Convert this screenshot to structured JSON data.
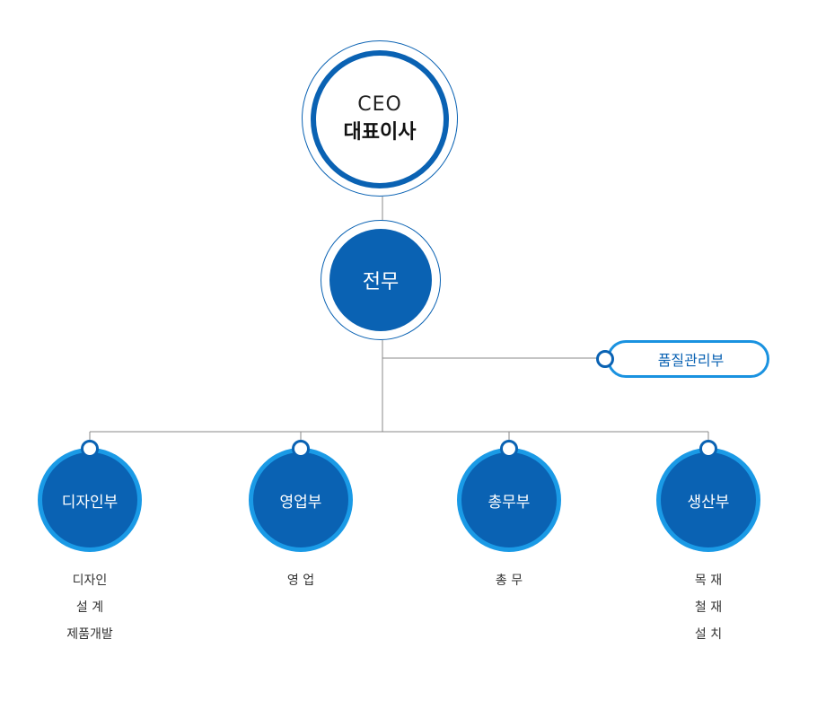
{
  "ceo": {
    "title_en": "CEO",
    "title_ko": "대표이사"
  },
  "executive": {
    "label": "전무"
  },
  "side_department": {
    "label": "품질관리부"
  },
  "departments": [
    {
      "label": "디자인부",
      "tasks": [
        "디자인",
        "설 계",
        "제품개발"
      ]
    },
    {
      "label": "영업부",
      "tasks": [
        "영 업"
      ]
    },
    {
      "label": "총무부",
      "tasks": [
        "총 무"
      ]
    },
    {
      "label": "생산부",
      "tasks": [
        "목 재",
        "철 재",
        "설 치"
      ]
    }
  ],
  "colors": {
    "primary": "#0a62b3",
    "accent": "#1a9ae6",
    "line": "#888888",
    "text": "#333333"
  }
}
